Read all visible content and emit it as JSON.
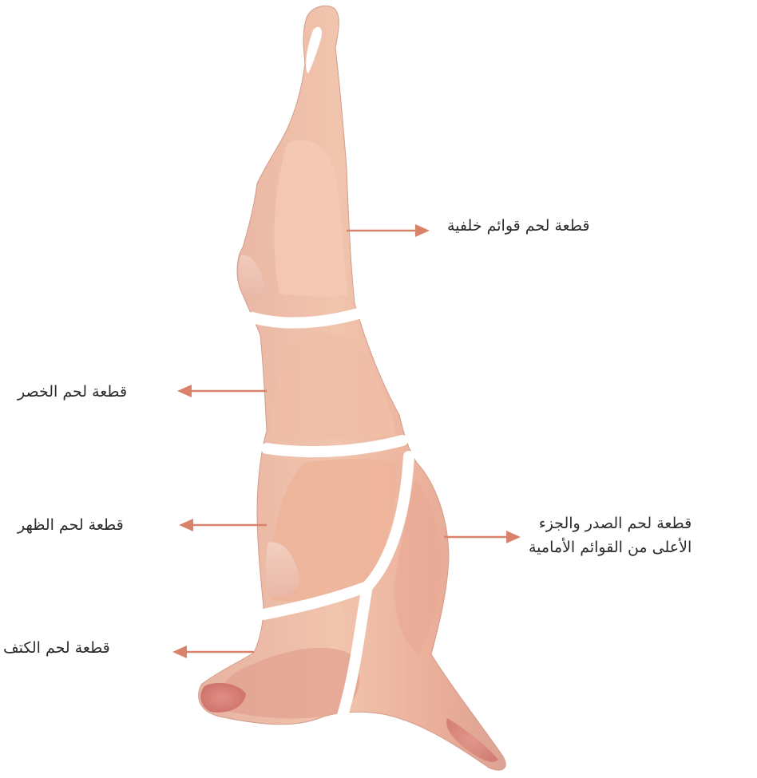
{
  "colors": {
    "arrow": "#d9826a",
    "meat_light": "#efc0a8",
    "meat_mid": "#e9a88f",
    "meat_dark": "#c97867",
    "cut_line": "#ffffff",
    "text": "#2b2b2b"
  },
  "labels": {
    "hind_leg": "قطعة لحم قوائم خلفية",
    "flank": "قطعة لحم الخصر",
    "back": "قطعة لحم الظهر",
    "shoulder": "قطعة لحم الكتف",
    "brisket_line1": "قطعة لحم الصدر والجزء",
    "brisket_line2": "الأعلى من القوائم الأمامية"
  }
}
